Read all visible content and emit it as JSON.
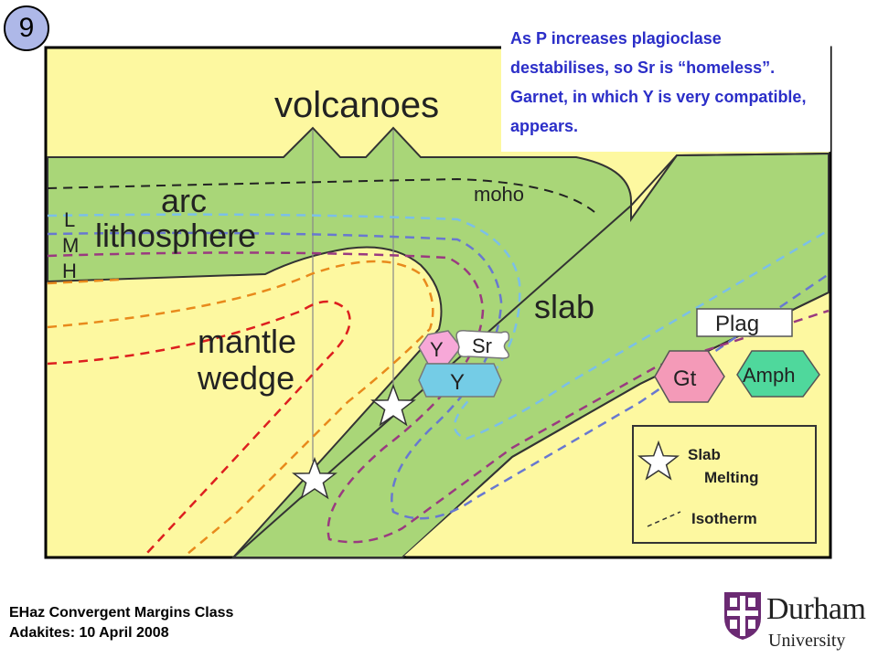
{
  "slide_number": "9",
  "caption": "As P increases plagioclase destabilises, so Sr is “homeless”. Garnet, in which Y is very compatible, appears.",
  "labels": {
    "volcanoes": "volcanoes",
    "arc": "arc",
    "lithosphere": "lithosphere",
    "moho": "moho",
    "L": "L",
    "M": "M",
    "H": "H",
    "mantle": "mantle",
    "wedge": "wedge",
    "slab": "slab"
  },
  "elements": {
    "y_pink": "Y",
    "sr": "Sr",
    "y_blue": "Y"
  },
  "minerals": {
    "plag": "Plag",
    "gt": "Gt",
    "amph": "Amph"
  },
  "legend": {
    "slab": "Slab",
    "melting": "Melting",
    "isotherm": "Isotherm"
  },
  "footer": {
    "line1": "EHaz Convergent Margins Class",
    "line2": "Adakites: 10 April 2008"
  },
  "logo": {
    "name": "Durham",
    "sub": "University"
  },
  "colors": {
    "background_yellow": "#fdf8a0",
    "lithosphere_green": "#a9d678",
    "caption_blue": "#2b2ec8",
    "isotherm_light_blue": "#7bbfe8",
    "isotherm_blue": "#6878d0",
    "isotherm_purple": "#9a3a80",
    "isotherm_orange": "#e88a1c",
    "isotherm_red": "#dd1f1f",
    "y_pink": "#f7a8d8",
    "y_blue": "#74cce6",
    "gt_pink": "#f49ab8",
    "amph_green": "#4fd89c",
    "durham_purple": "#6b2a73"
  }
}
